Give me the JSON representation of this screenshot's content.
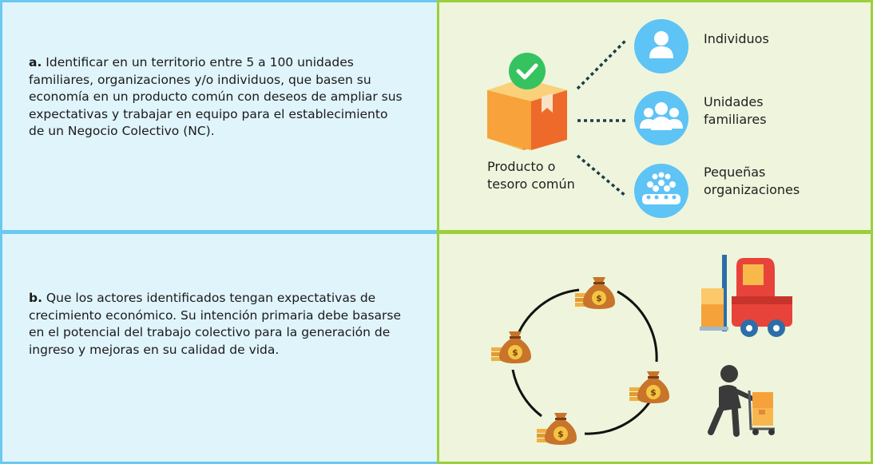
{
  "panel_a": {
    "letter": "a.",
    "text": "Identificar en un territorio entre 5 a 100 unidades familiares, organizaciones y/o individuos, que basen su economía en un producto común con deseos de ampliar sus expectativas y trabajar en equipo para el establecimiento de un Negocio Colectivo (NC)."
  },
  "panel_b": {
    "letter": "b.",
    "text": "Que los actores identificados tengan expectativas de crecimiento económico. Su intención primaria debe basarse en el potencial del trabajo colectivo para la generación de ingreso y mejoras en su calidad de vida."
  },
  "diagram_a": {
    "product_label_line1": "Producto o",
    "product_label_line2": "tesoro común",
    "actors": [
      {
        "line1": "Individuos",
        "line2": ""
      },
      {
        "line1": "Unidades",
        "line2": "familiares"
      },
      {
        "line1": "Pequeñas",
        "line2": "organizaciones"
      }
    ]
  },
  "colors": {
    "left_bg": "#e0f4fb",
    "left_border": "#6cc8f0",
    "right_bg": "#eef5dc",
    "right_border": "#9ccf3a",
    "actor_circle": "#5ec3f5",
    "box_orange": "#f7a23a",
    "check_green": "#35c35f",
    "money_bag": "#c8742a",
    "truck_red": "#e8433a"
  }
}
